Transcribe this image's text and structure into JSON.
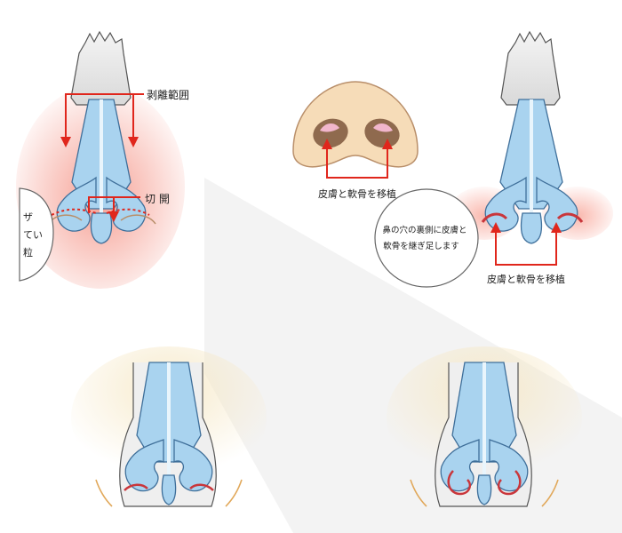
{
  "panel_top_left": {
    "label_dissection_range": "剥離範囲",
    "label_incision": "切 開",
    "bubble_fragment_line1": "ザ",
    "bubble_fragment_line2": "てい",
    "bubble_fragment_line3": "粒"
  },
  "panel_top_middle": {
    "label_graft": "皮膚と軟骨を移植"
  },
  "panel_top_right": {
    "bubble_line1": "鼻の穴の裏側に皮膚と",
    "bubble_line2": "軟骨を継ぎ足します",
    "label_graft": "皮膚と軟骨を移植"
  },
  "colors": {
    "cartilage_fill": "#a9d3ef",
    "cartilage_stroke": "#3f6f9a",
    "arrow_red": "#e0261c",
    "skin_fill": "#f6dcb8",
    "skin_stroke": "#b98f6a",
    "nostril_fill": "#8f6a4e",
    "graft_pink": "#f1b6cc",
    "red_highlight": "#f48e80",
    "outline_grey": "#555555"
  }
}
